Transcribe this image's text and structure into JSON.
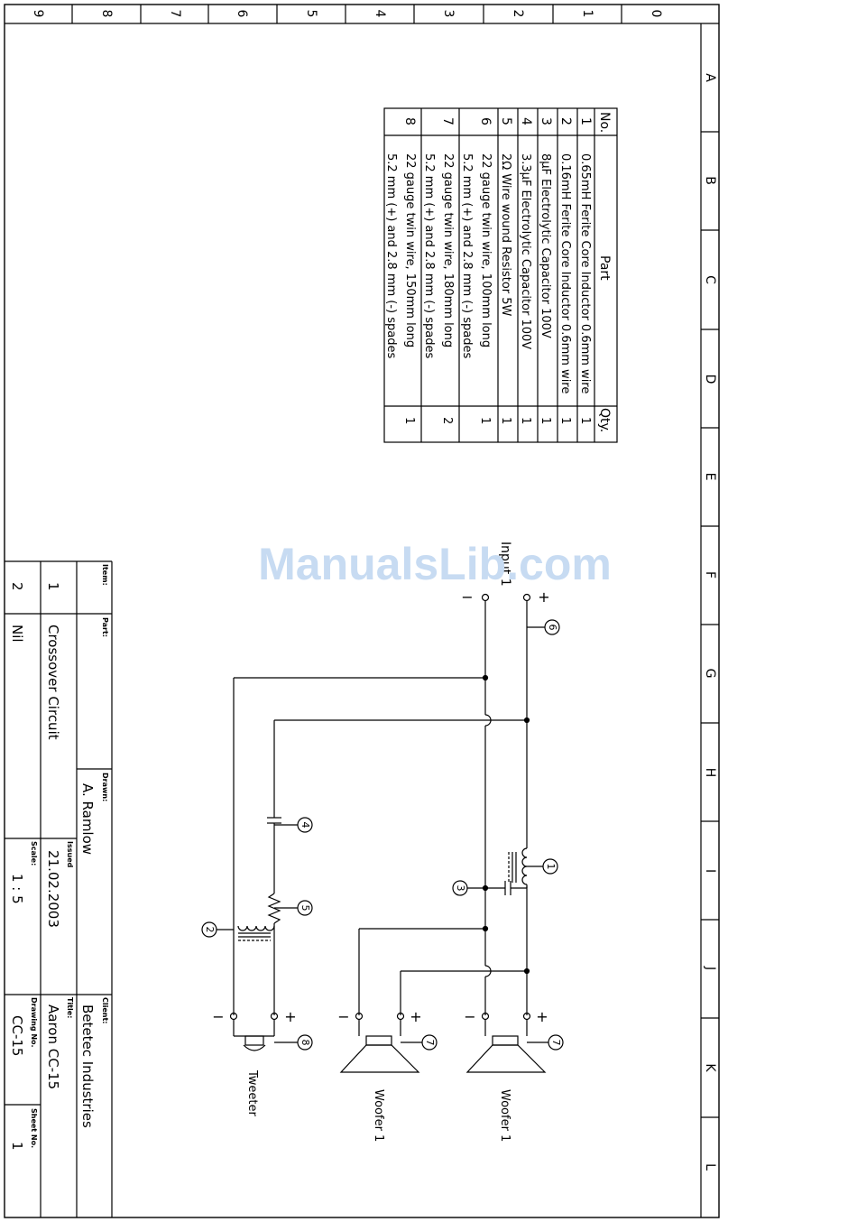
{
  "border": {
    "columns": [
      "0",
      "1",
      "2",
      "3",
      "4",
      "5",
      "6",
      "7",
      "8",
      "9"
    ],
    "rows": [
      "A",
      "B",
      "C",
      "D",
      "E",
      "F",
      "G",
      "H",
      "I",
      "J",
      "K",
      "L"
    ]
  },
  "parts_table": {
    "headers": {
      "no": "No.",
      "part": "Part",
      "qty": "Qty."
    },
    "rows": [
      {
        "no": "1",
        "part": "0.65mH Ferite Core Inductor 0.6mm wire",
        "qty": "1"
      },
      {
        "no": "2",
        "part": "0.16mH Ferite Core Inductor 0.6mm wire",
        "qty": "1"
      },
      {
        "no": "3",
        "part": "8μF Electrolytic Capacitor 100V",
        "qty": "1"
      },
      {
        "no": "4",
        "part": "3.3μF Electrolytic Capacitor 100V",
        "qty": "1"
      },
      {
        "no": "5",
        "part": "2Ω Wire wound Resistor 5W",
        "qty": "1"
      },
      {
        "no": "6",
        "part": "22 gauge twin wire, 100mm long",
        "part2": "5.2 mm (+) and 2.8 mm (-) spades",
        "qty": "1"
      },
      {
        "no": "7",
        "part": "22 gauge twin wire, 180mm long",
        "part2": "5.2 mm (+) and 2.8 mm (-) spades",
        "qty": "2"
      },
      {
        "no": "8",
        "part": "22 gauge twin wire, 150mm long",
        "part2": "5.2 mm (+) and 2.8 mm (-) spades",
        "qty": "1"
      }
    ]
  },
  "schematic": {
    "input_label": "Input 1",
    "plus": "+",
    "minus": "−",
    "callouts": [
      "1",
      "2",
      "3",
      "4",
      "5",
      "6",
      "7",
      "7",
      "8"
    ],
    "speakers": {
      "woofer_a": "Woofer 1",
      "woofer_b": "Woofer 1",
      "tweeter": "Tweeter"
    }
  },
  "title_block": {
    "item_hdr": "Item:",
    "part_hdr": "Part:",
    "drawn_hdr": "Drawn:",
    "issued_hdr": "Issued",
    "scale_hdr": "Scale:",
    "client_hdr": "Client:",
    "title_hdr": "Title:",
    "drawing_no_hdr": "Drawing No.",
    "sheet_no_hdr": "Sheet No.",
    "item_1": "1",
    "item_2": "2",
    "part_1": "Crossover Circuit",
    "part_2": "Nil",
    "drawn": "A. Ramlow",
    "issued": "21.02.2003",
    "scale": "1 : 5",
    "client": "Betetec Industries",
    "title": "Aaron CC-15",
    "drawing_no": "CC-15",
    "sheet_no": "1"
  },
  "watermark": "ManualsLib.com"
}
